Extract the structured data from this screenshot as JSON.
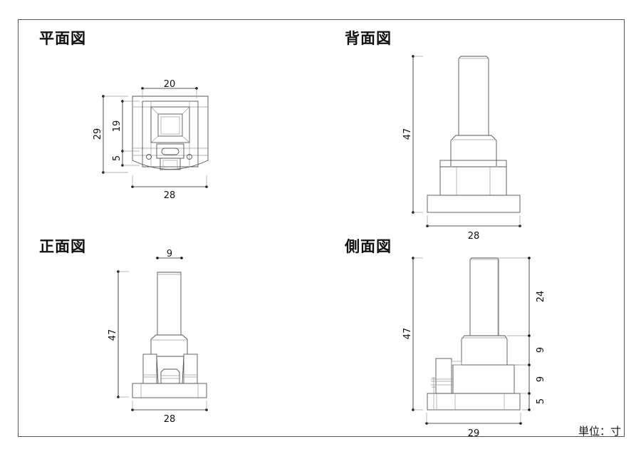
{
  "views": {
    "plan": {
      "title": "平面図",
      "dims": {
        "width_top": "20",
        "height_total": "29",
        "height_upper": "19",
        "height_lower": "5",
        "width_bottom": "28"
      }
    },
    "back": {
      "title": "背面図",
      "dims": {
        "height_total": "47",
        "width_bottom": "28"
      }
    },
    "front": {
      "title": "正面図",
      "dims": {
        "width_top": "9",
        "height_total": "47",
        "width_bottom": "28"
      }
    },
    "side": {
      "title": "側面図",
      "dims": {
        "height_total": "47",
        "seg_1": "24",
        "seg_2": "9",
        "seg_3": "9",
        "seg_4": "5",
        "width_bottom": "29"
      }
    }
  },
  "unit_label": "単位：寸"
}
